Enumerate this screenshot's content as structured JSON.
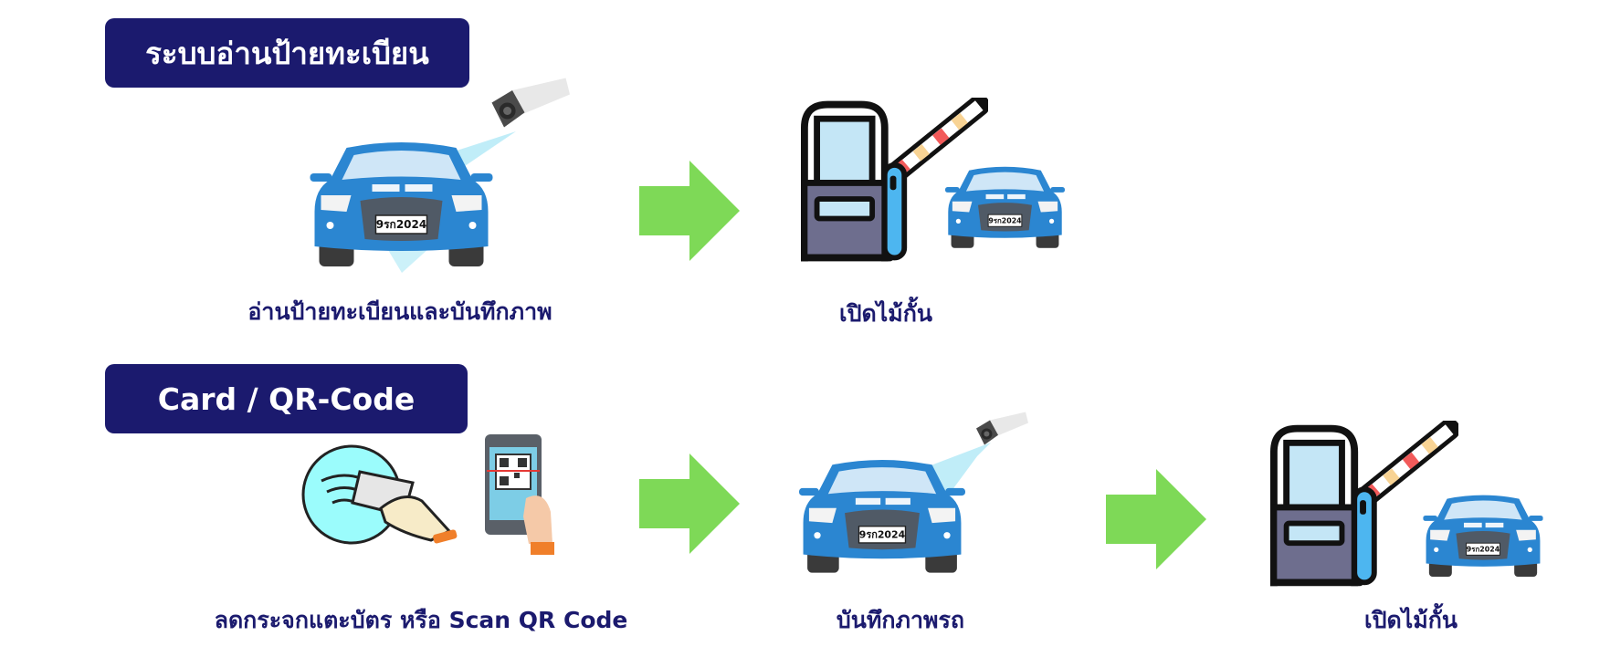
{
  "section1": {
    "title": "ระบบอ่านป้ายทะเบียน",
    "step1_label": "อ่านป้ายทะเบียนและบันทึกภาพ",
    "step2_label": "เปิดไม้กั้น"
  },
  "section2": {
    "title": "Card / QR-Code",
    "step1_label": "ลดกระจกแตะบัตร หรือ Scan QR Code",
    "step2_label": "บันทึกภาพรถ",
    "step3_label": "เปิดไม้กั้น"
  },
  "plate": {
    "number": "9รก2024"
  },
  "colors": {
    "navy": "#1b1a6e",
    "arrow": "#7ed957",
    "car": "#2b86d1",
    "post": "#4db6f0"
  }
}
